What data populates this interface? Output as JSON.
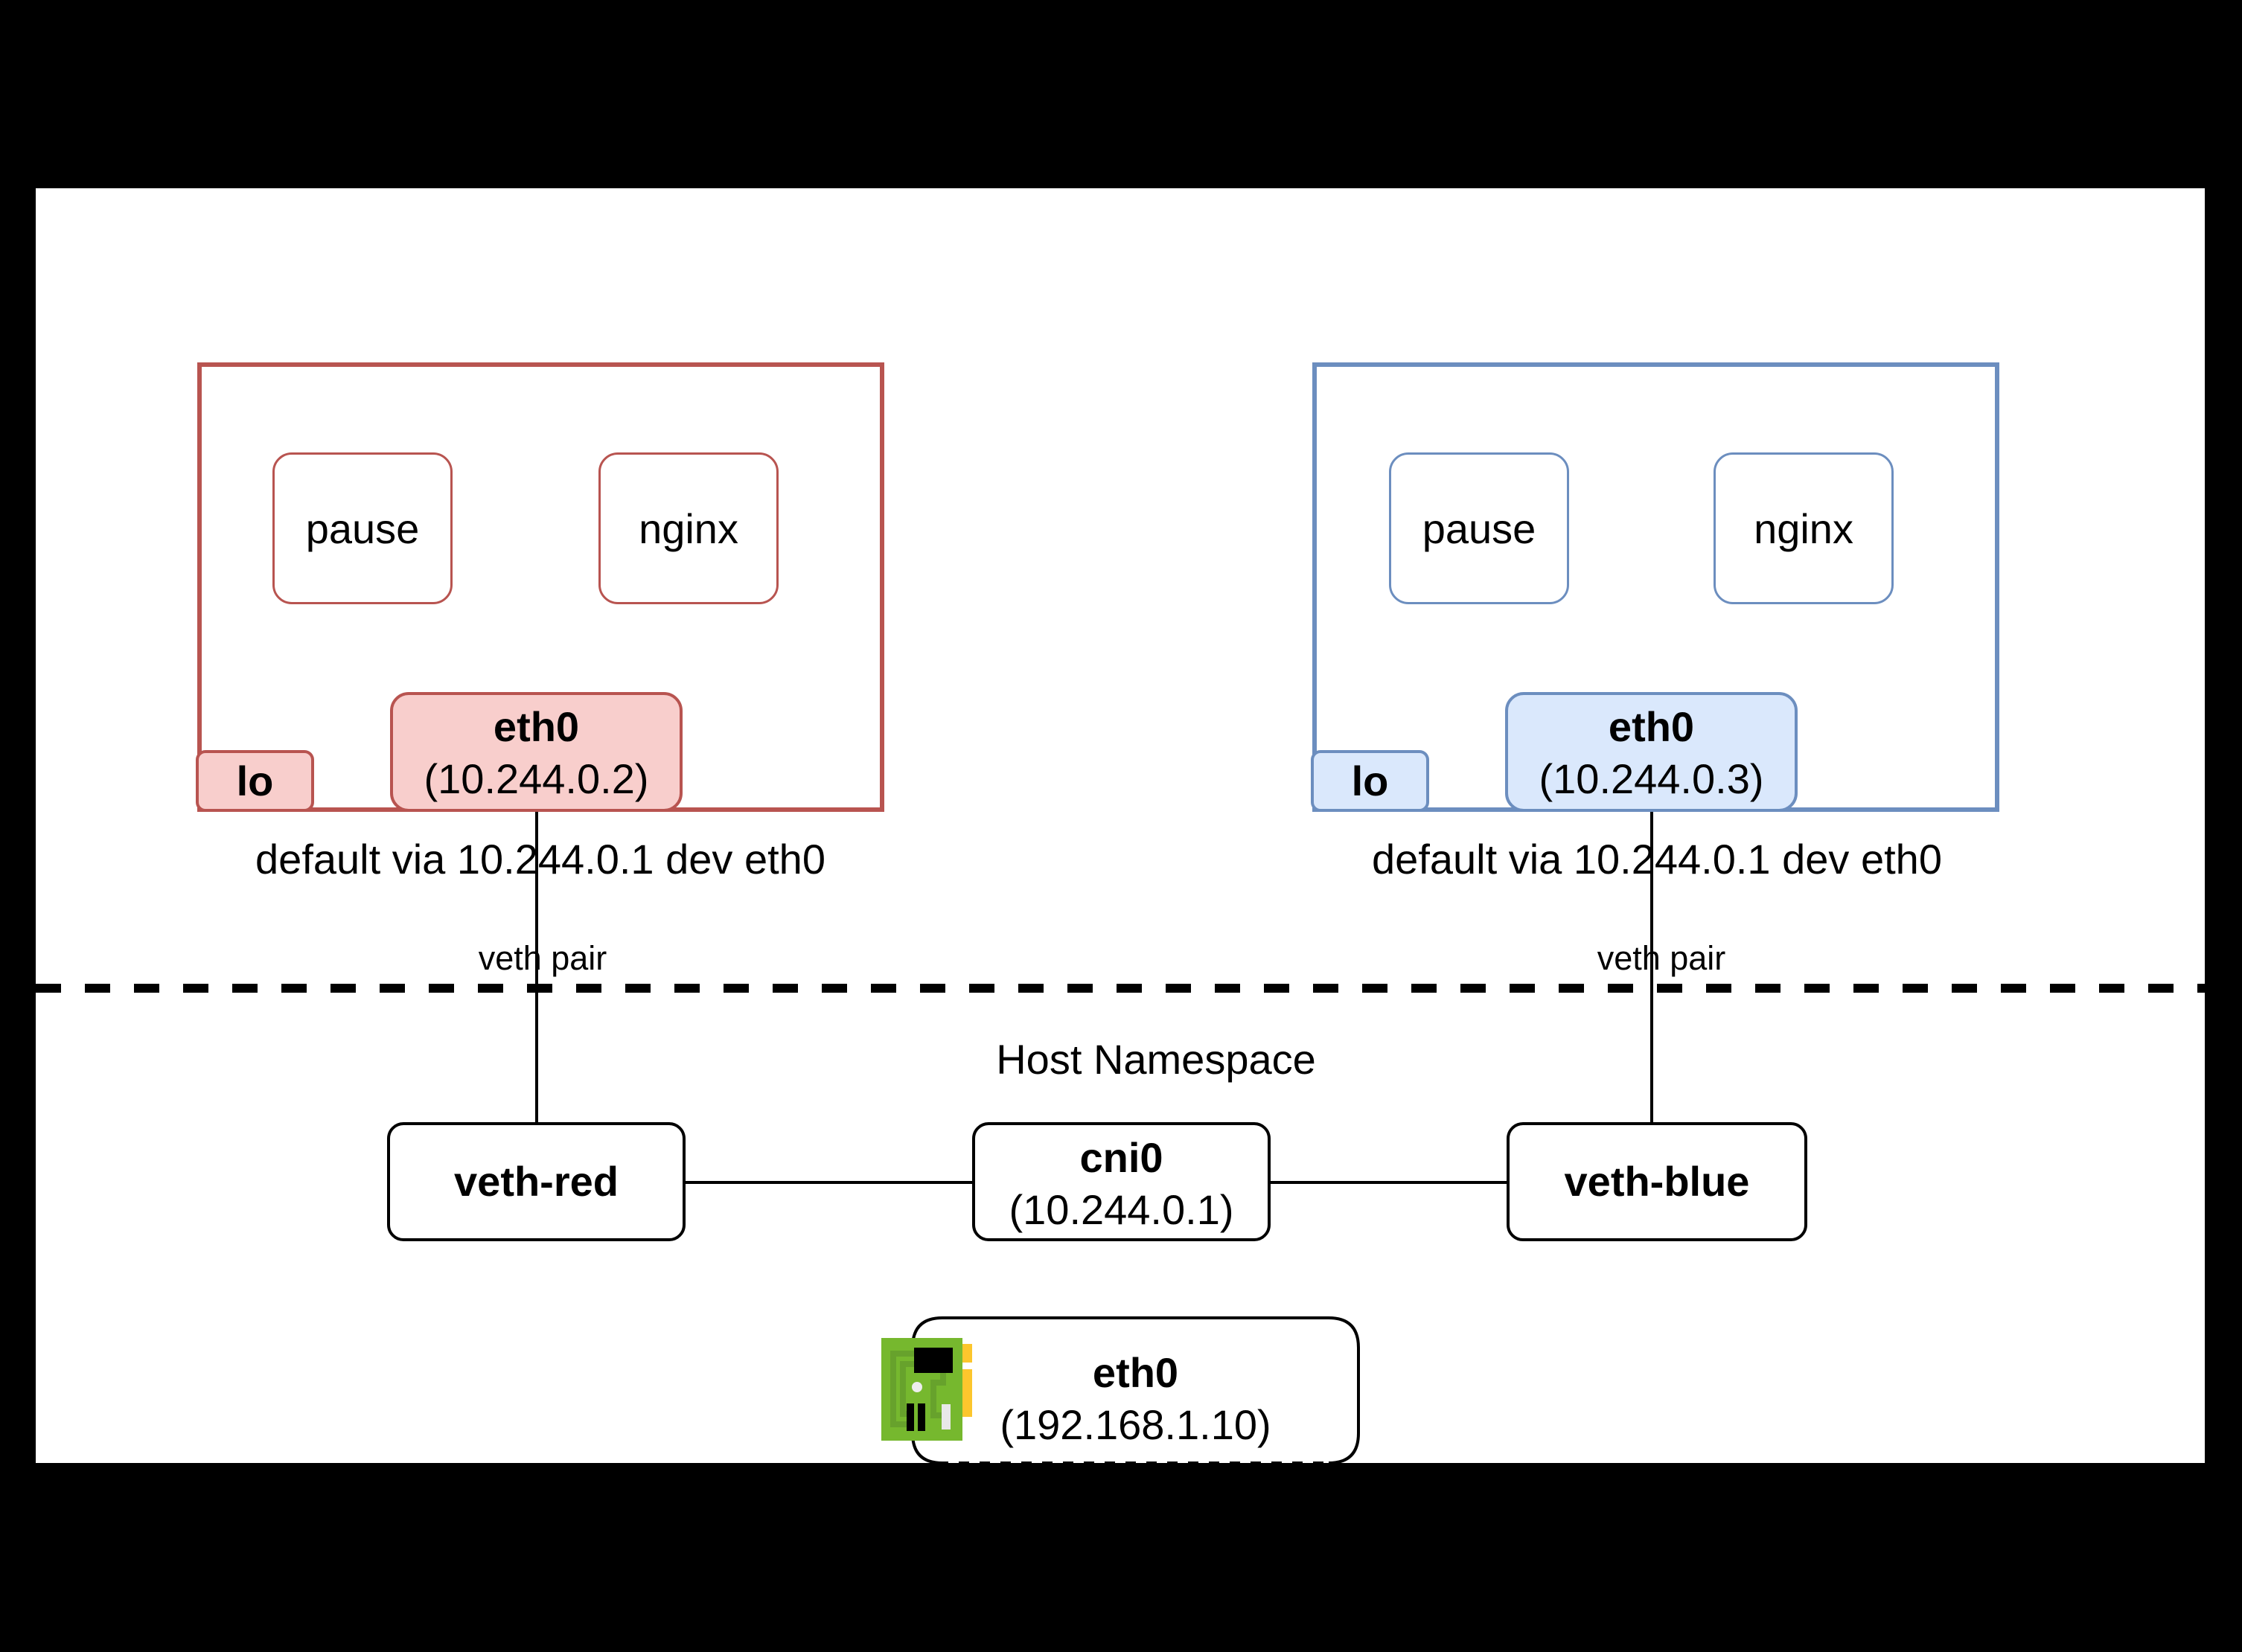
{
  "colors": {
    "background": "#000000",
    "canvas": "#ffffff",
    "red_stroke": "#b85450",
    "red_fill": "#f8cecc",
    "blue_stroke": "#6c8ebf",
    "blue_fill": "#dae8fc",
    "line": "#000000",
    "nic_board_green": "#76b82e",
    "nic_trace_green": "#67a22c",
    "nic_tab_yellow": "#fcc62d",
    "nic_slot_gray": "#e8e8e8",
    "nic_chip_black": "#000000"
  },
  "pod_red": {
    "containers": [
      "pause",
      "nginx"
    ],
    "lo_label": "lo",
    "eth0_label": "eth0",
    "eth0_ip": "(10.244.0.2)",
    "route_text": "default via 10.244.0.1 dev eth0",
    "veth_pair_label": "veth pair"
  },
  "pod_blue": {
    "containers": [
      "pause",
      "nginx"
    ],
    "lo_label": "lo",
    "eth0_label": "eth0",
    "eth0_ip": "(10.244.0.3)",
    "route_text": "default via 10.244.0.1 dev eth0",
    "veth_pair_label": "veth pair"
  },
  "host": {
    "namespace_label": "Host Namespace",
    "veth_red_label": "veth-red",
    "cni0_label": "cni0",
    "cni0_ip": "(10.244.0.1)",
    "veth_blue_label": "veth-blue",
    "eth0_label": "eth0",
    "eth0_ip": "(192.168.1.10)"
  }
}
